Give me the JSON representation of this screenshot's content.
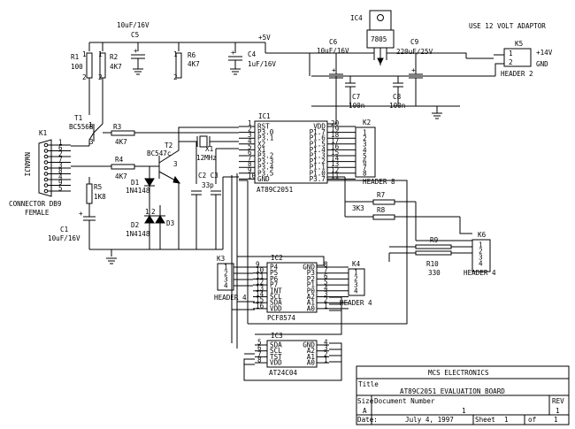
{
  "labels": {
    "c5_value": "10uF/16V",
    "c5": "C5",
    "r1": "R1",
    "r1_value": "100",
    "r2": "R2",
    "r2_value": "4K7",
    "r6": "R6",
    "r6_value": "4K7",
    "c4": "C4",
    "c4_value": "1uF/16V",
    "plus5v": "+5V",
    "ic4": "IC4",
    "ic4_part": "7805",
    "c6": "C6",
    "c6_value": "10uF/16V",
    "c9": "C9",
    "c9_value": "220uF/25V",
    "adaptor_note": "USE 12 VOLT ADAPTOR",
    "k5": "K5",
    "k5_pin1": "1",
    "k5_pin2": "2",
    "k5_plus14v": "+14V",
    "k5_gnd": "GND",
    "k5_header": "HEADER 2",
    "c7": "C7",
    "c7_value": "100n",
    "c8": "C8",
    "c8_value": "100n",
    "t1": "T1",
    "t1_part": "BC556B",
    "k1": "K1",
    "k1_side": "NWANJI",
    "k1_caption1": "CONNECTOR DB9",
    "k1_caption2": "FEMALE",
    "r3": "R3",
    "r3_value": "4K7",
    "r4": "R4",
    "r4_value": "4K7",
    "t2": "T2",
    "t2_part": "BC547c",
    "d1": "D1",
    "d1_part": "1N4148",
    "d2": "D2",
    "d2_part": "1N4148",
    "d3": "D3",
    "r5": "R5",
    "r5_value": "1K8",
    "c1": "C1",
    "c1_value": "10uF/16V",
    "x1": "X1",
    "x1_value": "12MHz",
    "c2c3": "C2 C3",
    "c2c3_value": "33p",
    "ic1": "IC1",
    "ic1_part": "AT89C2051",
    "k2": "K2",
    "k2_header": "HEADER 8",
    "r7": "R7",
    "r8": "R8",
    "r8_value": "3K3",
    "r9": "R9",
    "r10": "R10",
    "r10_value": "330",
    "k6": "K6",
    "k6_header": "HEADER 4",
    "k3": "K3",
    "k3_header": "HEADER 4",
    "ic2": "IC2",
    "ic2_part": "PCF8574",
    "k4": "K4",
    "k4_header": "HEADER 4",
    "ic3": "IC3",
    "ic3_part": "AT24C04",
    "pin_a": "1",
    "pin_b": "2",
    "pin_c": "3",
    "pin_d": "4",
    "pin_e": "5",
    "pin_f": "6",
    "pin_g": "7",
    "pin_h": "8",
    "pin_i": "9"
  },
  "ic1_left": [
    {
      "num": "1",
      "name": "RST"
    },
    {
      "num": "2",
      "name": "P3.0"
    },
    {
      "num": "3",
      "name": "P3.1"
    },
    {
      "num": "4",
      "name": "X2"
    },
    {
      "num": "5",
      "name": "X1"
    },
    {
      "num": "6",
      "name": "P3.2"
    },
    {
      "num": "7",
      "name": "P3.3"
    },
    {
      "num": "8",
      "name": "P3.4"
    },
    {
      "num": "9",
      "name": "P3.5"
    },
    {
      "num": "10",
      "name": "GND"
    }
  ],
  "ic1_right": [
    {
      "num": "20",
      "name": "VDD"
    },
    {
      "num": "19",
      "name": "P1.7"
    },
    {
      "num": "18",
      "name": "P1.6"
    },
    {
      "num": "17",
      "name": "P1.5"
    },
    {
      "num": "16",
      "name": "P1.4"
    },
    {
      "num": "15",
      "name": "P1.3"
    },
    {
      "num": "14",
      "name": "P1.2"
    },
    {
      "num": "13",
      "name": "P1.1"
    },
    {
      "num": "12",
      "name": "P1.0"
    },
    {
      "num": "11",
      "name": "P3.7"
    }
  ],
  "k2_pins": [
    "1",
    "2",
    "3",
    "4",
    "5",
    "6",
    "7",
    "8"
  ],
  "db9_pins": [
    "1",
    "6",
    "2",
    "7",
    "3",
    "8",
    "4",
    "9",
    "5"
  ],
  "ic2_left": [
    {
      "num": "9",
      "name": "P4"
    },
    {
      "num": "10",
      "name": "P5"
    },
    {
      "num": "11",
      "name": "P6"
    },
    {
      "num": "12",
      "name": "P7"
    },
    {
      "num": "13",
      "name": "INT"
    },
    {
      "num": "14",
      "name": "SCL"
    },
    {
      "num": "15",
      "name": "SDA"
    },
    {
      "num": "16",
      "name": "VDD"
    }
  ],
  "ic2_right": [
    {
      "num": "8",
      "name": "GND"
    },
    {
      "num": "7",
      "name": "P3"
    },
    {
      "num": "6",
      "name": "P2"
    },
    {
      "num": "5",
      "name": "P1"
    },
    {
      "num": "4",
      "name": "P0"
    },
    {
      "num": "3",
      "name": "A2"
    },
    {
      "num": "2",
      "name": "A1"
    },
    {
      "num": "1",
      "name": "A0"
    }
  ],
  "ic3_left": [
    {
      "num": "5",
      "name": "SDA"
    },
    {
      "num": "6",
      "name": "SCL"
    },
    {
      "num": "7",
      "name": "TST"
    },
    {
      "num": "8",
      "name": "VDD"
    }
  ],
  "ic3_right": [
    {
      "num": "4",
      "name": "GND"
    },
    {
      "num": "3",
      "name": "A2"
    },
    {
      "num": "2",
      "name": "A1"
    },
    {
      "num": "1",
      "name": "A0"
    }
  ],
  "k3_pins": [
    "1",
    "2",
    "3",
    "4"
  ],
  "k4_pins": [
    "1",
    "2",
    "3",
    "4"
  ],
  "k6_pins": [
    "1",
    "2",
    "3",
    "4"
  ],
  "title_block": {
    "company": "MCS ELECTRONICS",
    "title_label": "Title",
    "title": "AT89C2051 EVALUATION BOARD",
    "size_label": "Size",
    "size": "A",
    "docnum_label": "Document Number",
    "docnum": "1",
    "rev_label": "REV",
    "rev": "1",
    "date_label": "Date:",
    "date": "July  4, 1997",
    "sheet_label": "Sheet",
    "sheet": "1",
    "of_label": "of",
    "sheet_total": "1"
  }
}
